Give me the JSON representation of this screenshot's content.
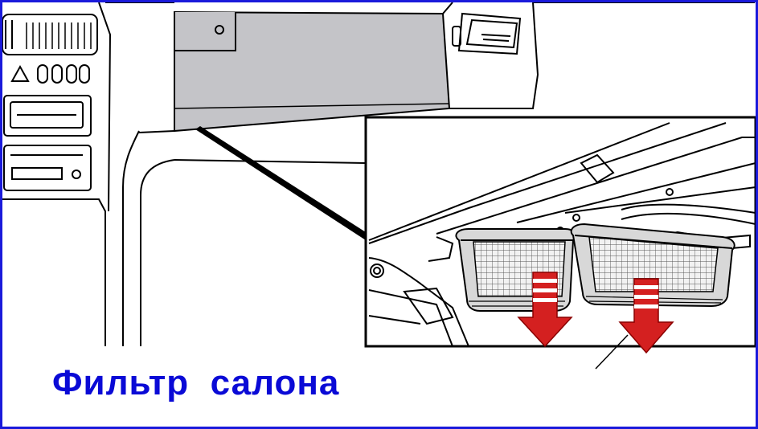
{
  "caption": {
    "text": "Фильтр  салона",
    "color": "#0a0ad6"
  },
  "colors": {
    "frame": "#1a1adb",
    "line": "#000000",
    "glovebox_fill": "#c4c4c8",
    "arrow_red": "#d42020",
    "arrow_stripe": "#ffffff",
    "mesh": "#555555"
  },
  "illustration": {
    "subject": "dashboard-glovebox-cabin-filter",
    "detail_inset": true,
    "filter_count": 2,
    "removal_direction": "down"
  }
}
